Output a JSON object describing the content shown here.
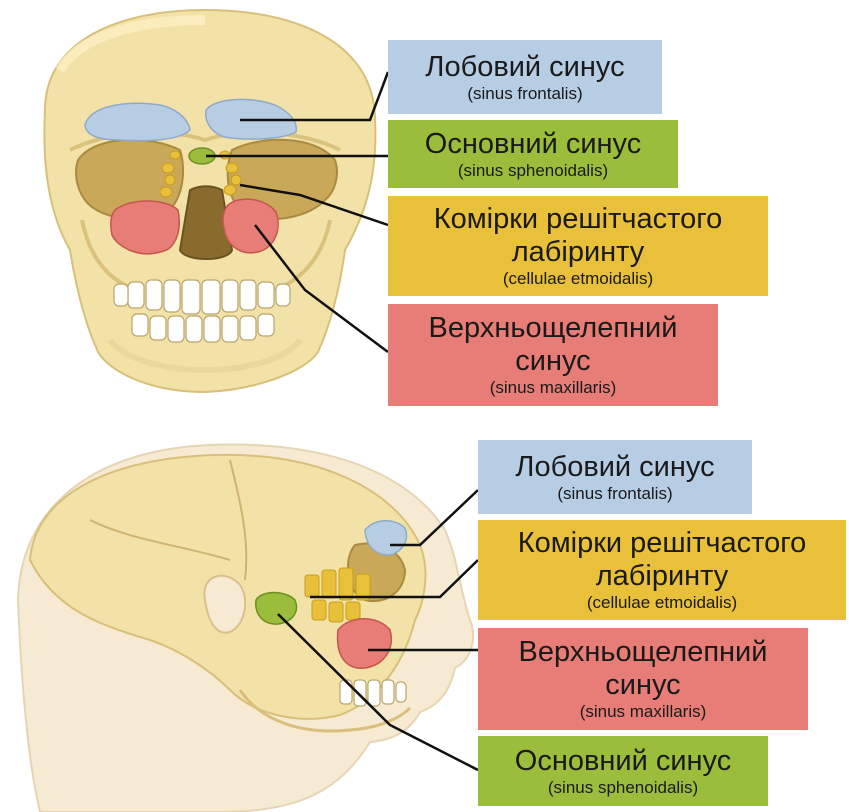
{
  "colors": {
    "frontal": "#b7cde4",
    "sphenoid": "#9bbd3c",
    "ethmoid": "#e9c03a",
    "maxillary": "#e77d76",
    "bone": "#f3e2a8",
    "bone_shadow": "#e3cc82",
    "skin": "#f6ead3",
    "purple": "#7a2a8f"
  },
  "header": {
    "partial_text": ""
  },
  "front_view": {
    "labels": [
      {
        "id": "frontal",
        "main": "Лобовий синус",
        "latin": "(sinus frontalis)"
      },
      {
        "id": "sphenoid",
        "main": "Основний синус",
        "latin": "(sinus sphenoidalis)"
      },
      {
        "id": "ethmoid",
        "main1": "Комірки решітчастого",
        "main2": "лабіринту",
        "latin": "(cellulae etmoidalis)"
      },
      {
        "id": "maxillary",
        "main1": "Верхньощелепний",
        "main2": "синус",
        "latin": "(sinus maxillaris)"
      }
    ]
  },
  "side_view": {
    "labels": [
      {
        "id": "frontal",
        "main": "Лобовий синус",
        "latin": "(sinus frontalis)"
      },
      {
        "id": "ethmoid",
        "main1": "Комірки решітчастого",
        "main2": "лабіринту",
        "latin": "(cellulae etmoidalis)"
      },
      {
        "id": "maxillary",
        "main1": "Верхньощелепний",
        "main2": "синус",
        "latin": "(sinus maxillaris)"
      },
      {
        "id": "sphenoid",
        "main": "Основний синус",
        "latin": "(sinus sphenoidalis)"
      }
    ]
  }
}
